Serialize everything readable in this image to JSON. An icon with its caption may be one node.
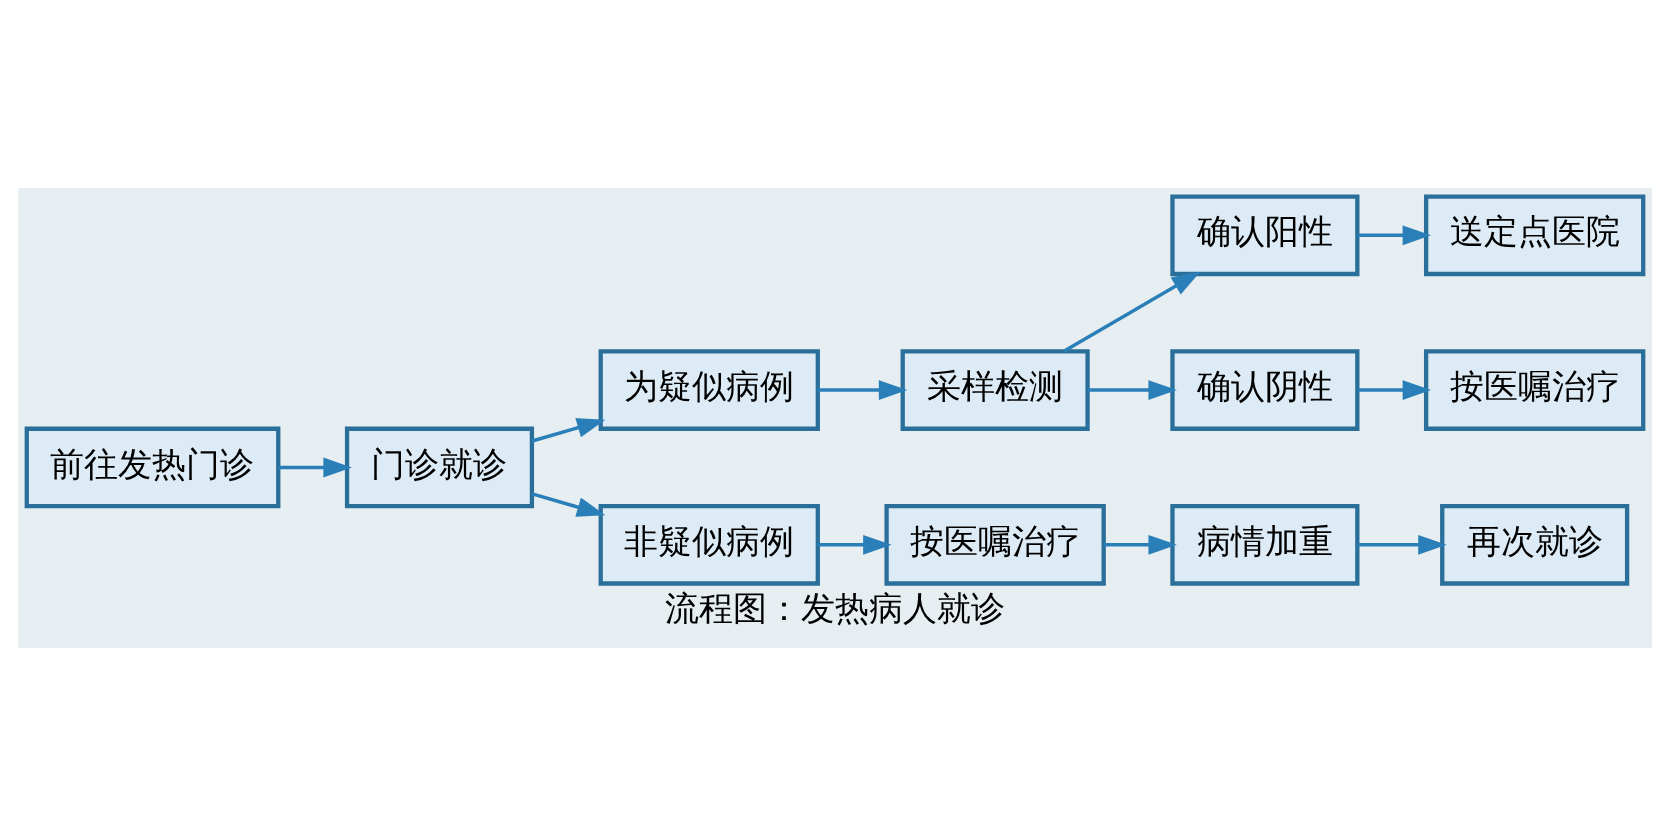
{
  "diagram": {
    "caption": "流程图：发热病人就诊",
    "nodes": [
      {
        "text": [
          "前往发热门诊"
        ]
      },
      {
        "text": [
          "门诊就诊"
        ]
      },
      {
        "text": [
          "为疑似病例"
        ]
      },
      {
        "text": [
          "非疑似病例"
        ]
      },
      {
        "text": [
          "采样检测"
        ]
      },
      {
        "text": [
          "确认阳性"
        ]
      },
      {
        "text": [
          "确认阴性"
        ]
      },
      {
        "text": [
          "送定点医院"
        ]
      },
      {
        "text": [
          "按医嘱治疗"
        ]
      },
      {
        "text": [
          "按医嘱治疗"
        ]
      },
      {
        "text": [
          "病情加重"
        ]
      },
      {
        "text": [
          "再次就诊"
        ]
      }
    ],
    "edges": [
      {
        "from": 0,
        "to": 1,
        "arrow": "to"
      },
      {
        "from": 1,
        "to": 2,
        "arrow": "to"
      },
      {
        "from": 1,
        "to": 3,
        "arrow": "to"
      },
      {
        "from": 2,
        "to": 4,
        "arrow": "to"
      },
      {
        "from": 4,
        "to": 5,
        "arrow": "to"
      },
      {
        "from": 4,
        "to": 6,
        "arrow": "to"
      },
      {
        "from": 5,
        "to": 7,
        "arrow": "to"
      },
      {
        "from": 6,
        "to": 8,
        "arrow": "to"
      },
      {
        "from": 3,
        "to": 9,
        "arrow": "to"
      },
      {
        "from": 9,
        "to": 10,
        "arrow": "to"
      },
      {
        "from": 10,
        "to": 11,
        "arrow": "to"
      }
    ]
  }
}
